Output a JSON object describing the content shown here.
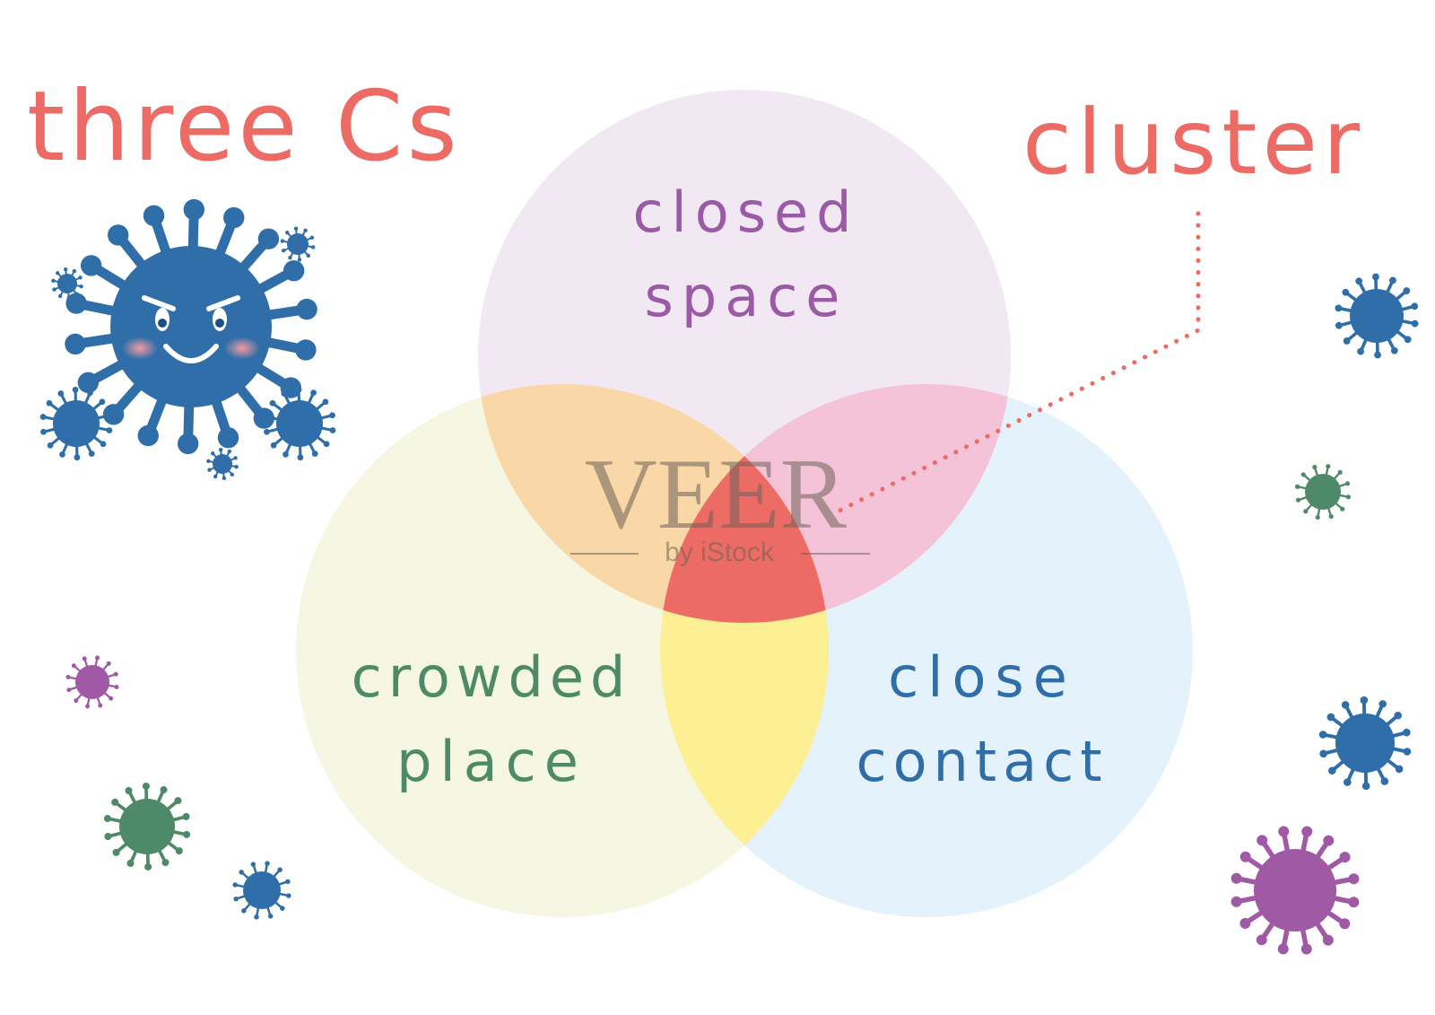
{
  "title": "three Cs",
  "callout": "cluster",
  "circles": [
    {
      "id": "closed-space",
      "lines": [
        "closed",
        "space"
      ],
      "fill": "#e9dcf0",
      "text_color": "#9a5aa5"
    },
    {
      "id": "crowded-place",
      "lines": [
        "crowded",
        "place"
      ],
      "fill": "#eef3d6",
      "text_color": "#4f8a68"
    },
    {
      "id": "close-contact",
      "lines": [
        "close",
        "contact"
      ],
      "fill": "#dcedfb",
      "text_color": "#2f6ea8"
    }
  ],
  "overlap_colors": {
    "closed_crowded": "#f8d3a2",
    "closed_contact": "#f3bfd6",
    "crowded_contact": "#fff08e",
    "center": "#ec6b65"
  },
  "colors": {
    "title": "#ec6b65",
    "callout": "#ec6b65",
    "leader_line": "#ec6b65",
    "virus_blue": "#2f6ea8",
    "virus_green": "#4f8a68",
    "virus_purple": "#a05aa5",
    "cheek": "#f2a0a8"
  },
  "watermark": {
    "main": "VEER",
    "sub": "by iStock"
  },
  "decorations": [
    "mascot-virus-icon",
    "virus-icon"
  ]
}
